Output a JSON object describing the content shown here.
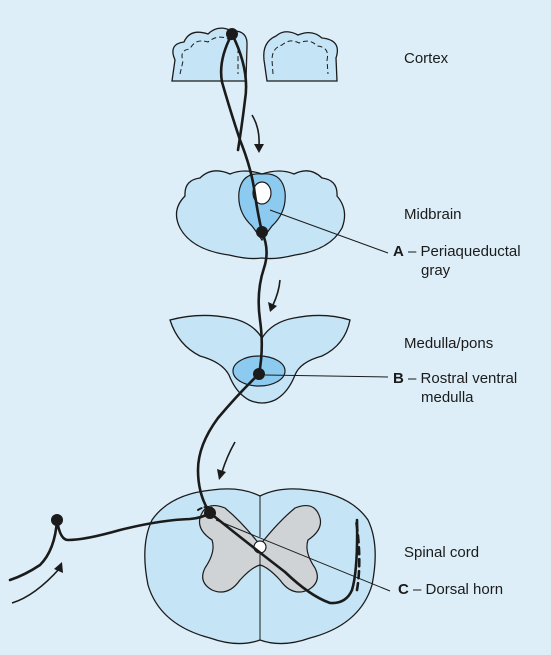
{
  "regions": {
    "cortex": "Cortex",
    "midbrain": "Midbrain",
    "medulla": "Medulla/pons",
    "spinal": "Spinal cord"
  },
  "callouts": {
    "a": {
      "letter": "A",
      "dash": " – ",
      "line1": "Periaqueductal",
      "line2": "gray"
    },
    "b": {
      "letter": "B",
      "dash": " – ",
      "line1": "Rostral ventral",
      "line2": "medulla"
    },
    "c": {
      "letter": "C",
      "dash": " – ",
      "line1": "Dorsal horn"
    }
  },
  "colors": {
    "background": "#ddeef8",
    "tissue": "#c5e4f6",
    "nucleus": "#8ccbef",
    "gray_matter": "#cfd3d6",
    "pathway": "#1b1b1b"
  }
}
